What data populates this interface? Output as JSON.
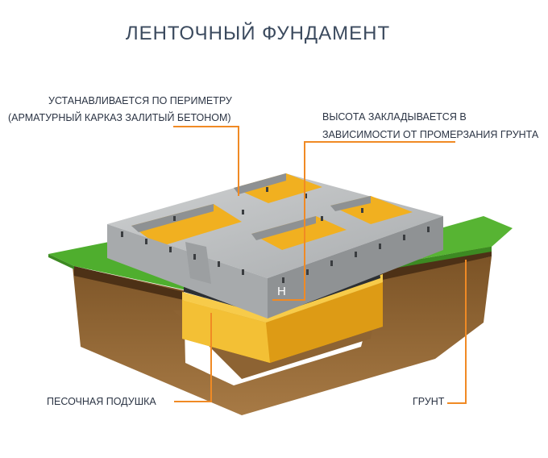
{
  "title": "ЛЕНТОЧНЫЙ  ФУНДАМЕНТ",
  "callouts": {
    "perimeter_line1": "УСТАНАВЛИВАЕТСЯ ПО ПЕРИМЕТРУ",
    "perimeter_line2": "(АРМАТУРНЫЙ КАРКАЗ ЗАЛИТЫЙ БЕТОНОМ)",
    "height_line1": "ВЫСОТА ЗАКЛАДЫВАЕТСЯ В",
    "height_line2": "ЗАВИСИМОСТИ ОТ  ПРОМЕРЗАНИЯ ГРУНТА",
    "sand": "ПЕСОЧНАЯ ПОДУШКА",
    "soil": "ГРУНТ"
  },
  "height_marker": "Н",
  "colors": {
    "callout_line": "#f08a24",
    "concrete": "#b9bcbd",
    "sand": "#f2b321",
    "soil": "#9a6b35",
    "grass": "#4fae2e"
  }
}
